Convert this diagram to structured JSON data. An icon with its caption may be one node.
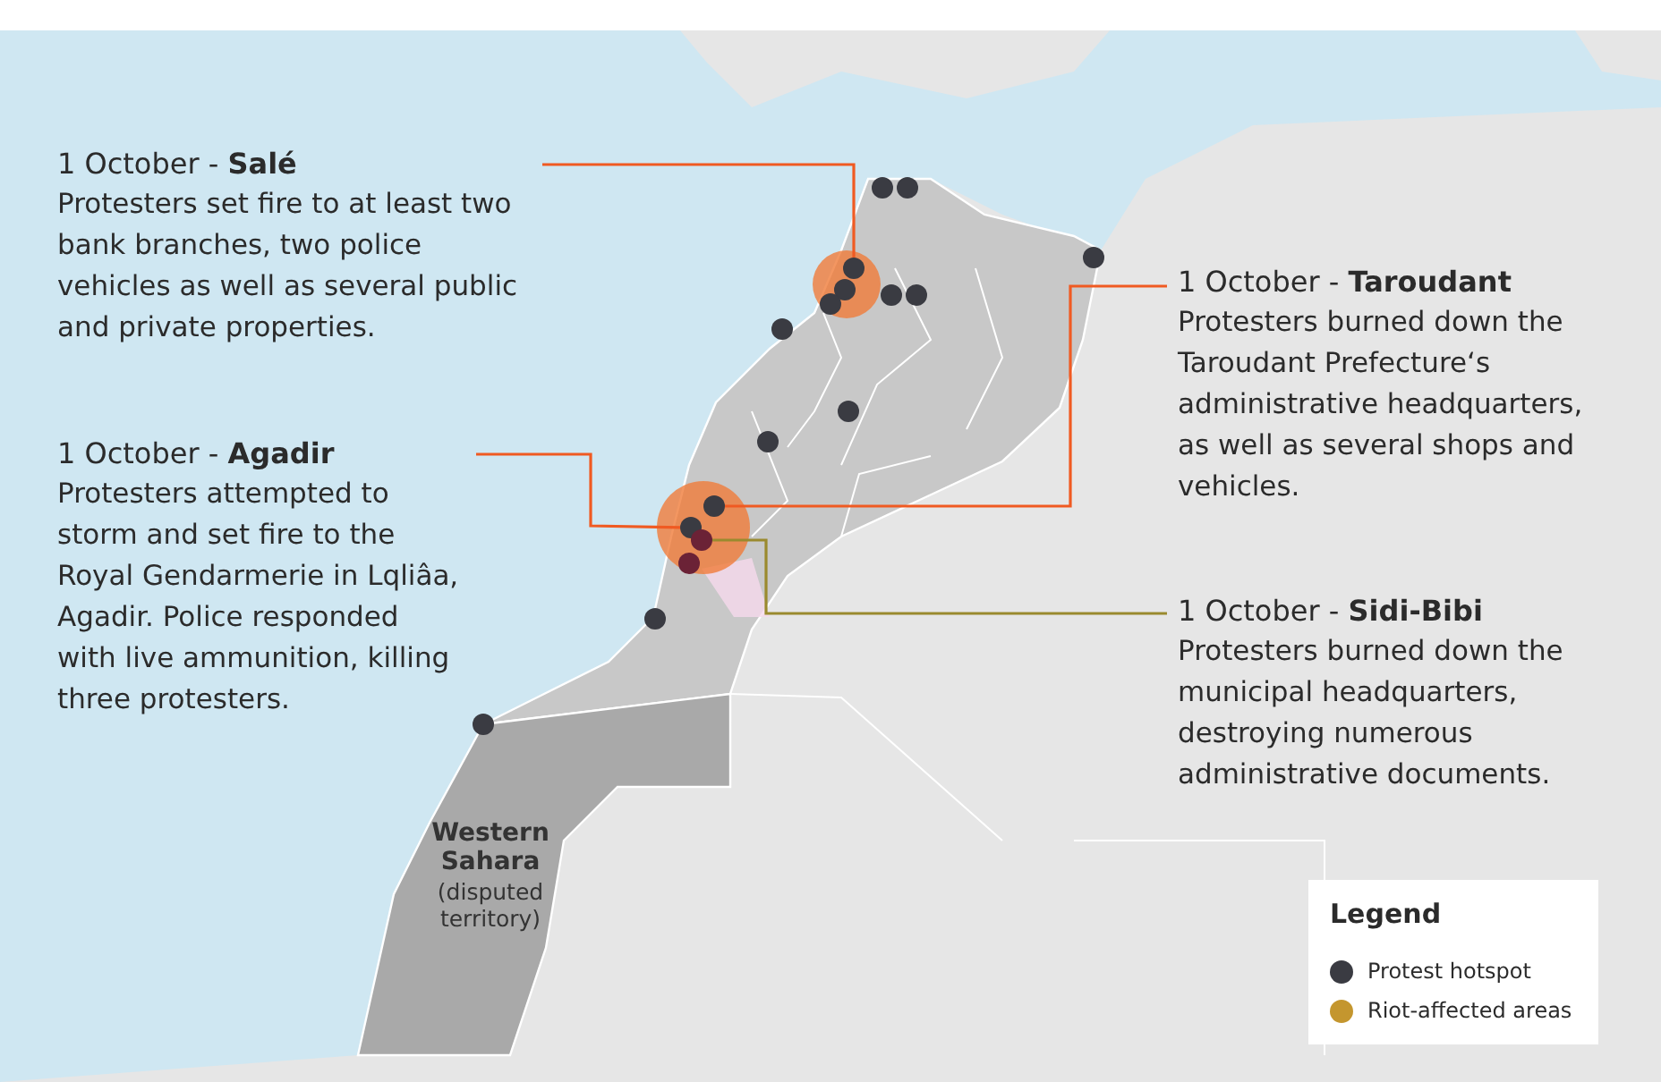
{
  "diagram": {
    "nodes": [
      {
        "text": [
          "1 October - **Salé**",
          "Protesters set fire to at least two bank branches, two police vehicles as well as several public and private properties."
        ]
      },
      {
        "text": [
          "1 October - **Taroudant**",
          "Protesters burned down the Taroudant Prefecture‘s administrative headquarters, as well as several shops and vehicles."
        ]
      },
      {
        "text": [
          "1 October - **Agadir**",
          "Protesters attempted to storm and set fire to the Royal Gendarmerie in Lqliâa, Agadir. Police responded with live ammunition, killing three protesters."
        ]
      },
      {
        "text": [
          "1 October - **Sidi-Bibi**",
          "Protesters burned down the municipal headquarters, destroying numerous administrative documents."
        ]
      },
      {
        "text": [],
        "shape": "circle"
      },
      {
        "text": [],
        "shape": "circle"
      },
      {
        "text": [],
        "shape": "circle"
      },
      {
        "text": [],
        "shape": "circle"
      }
    ],
    "edges": [
      {
        "from": 0,
        "to": 4,
        "arrow": "none"
      },
      {
        "from": 1,
        "to": 6,
        "arrow": "none"
      },
      {
        "from": 2,
        "to": 5,
        "arrow": "none"
      },
      {
        "from": 3,
        "to": 7,
        "arrow": "none",
        "color": "#9a8a2e"
      }
    ],
    "labels": [
      "Western Sahara",
      "(disputed territory)",
      "Legend"
    ],
    "legend": [
      {
        "text": "Protest hotspot",
        "color": "#3a3b42"
      },
      {
        "text": "Riot-affected areas",
        "color": "#c4962e"
      }
    ]
  }
}
